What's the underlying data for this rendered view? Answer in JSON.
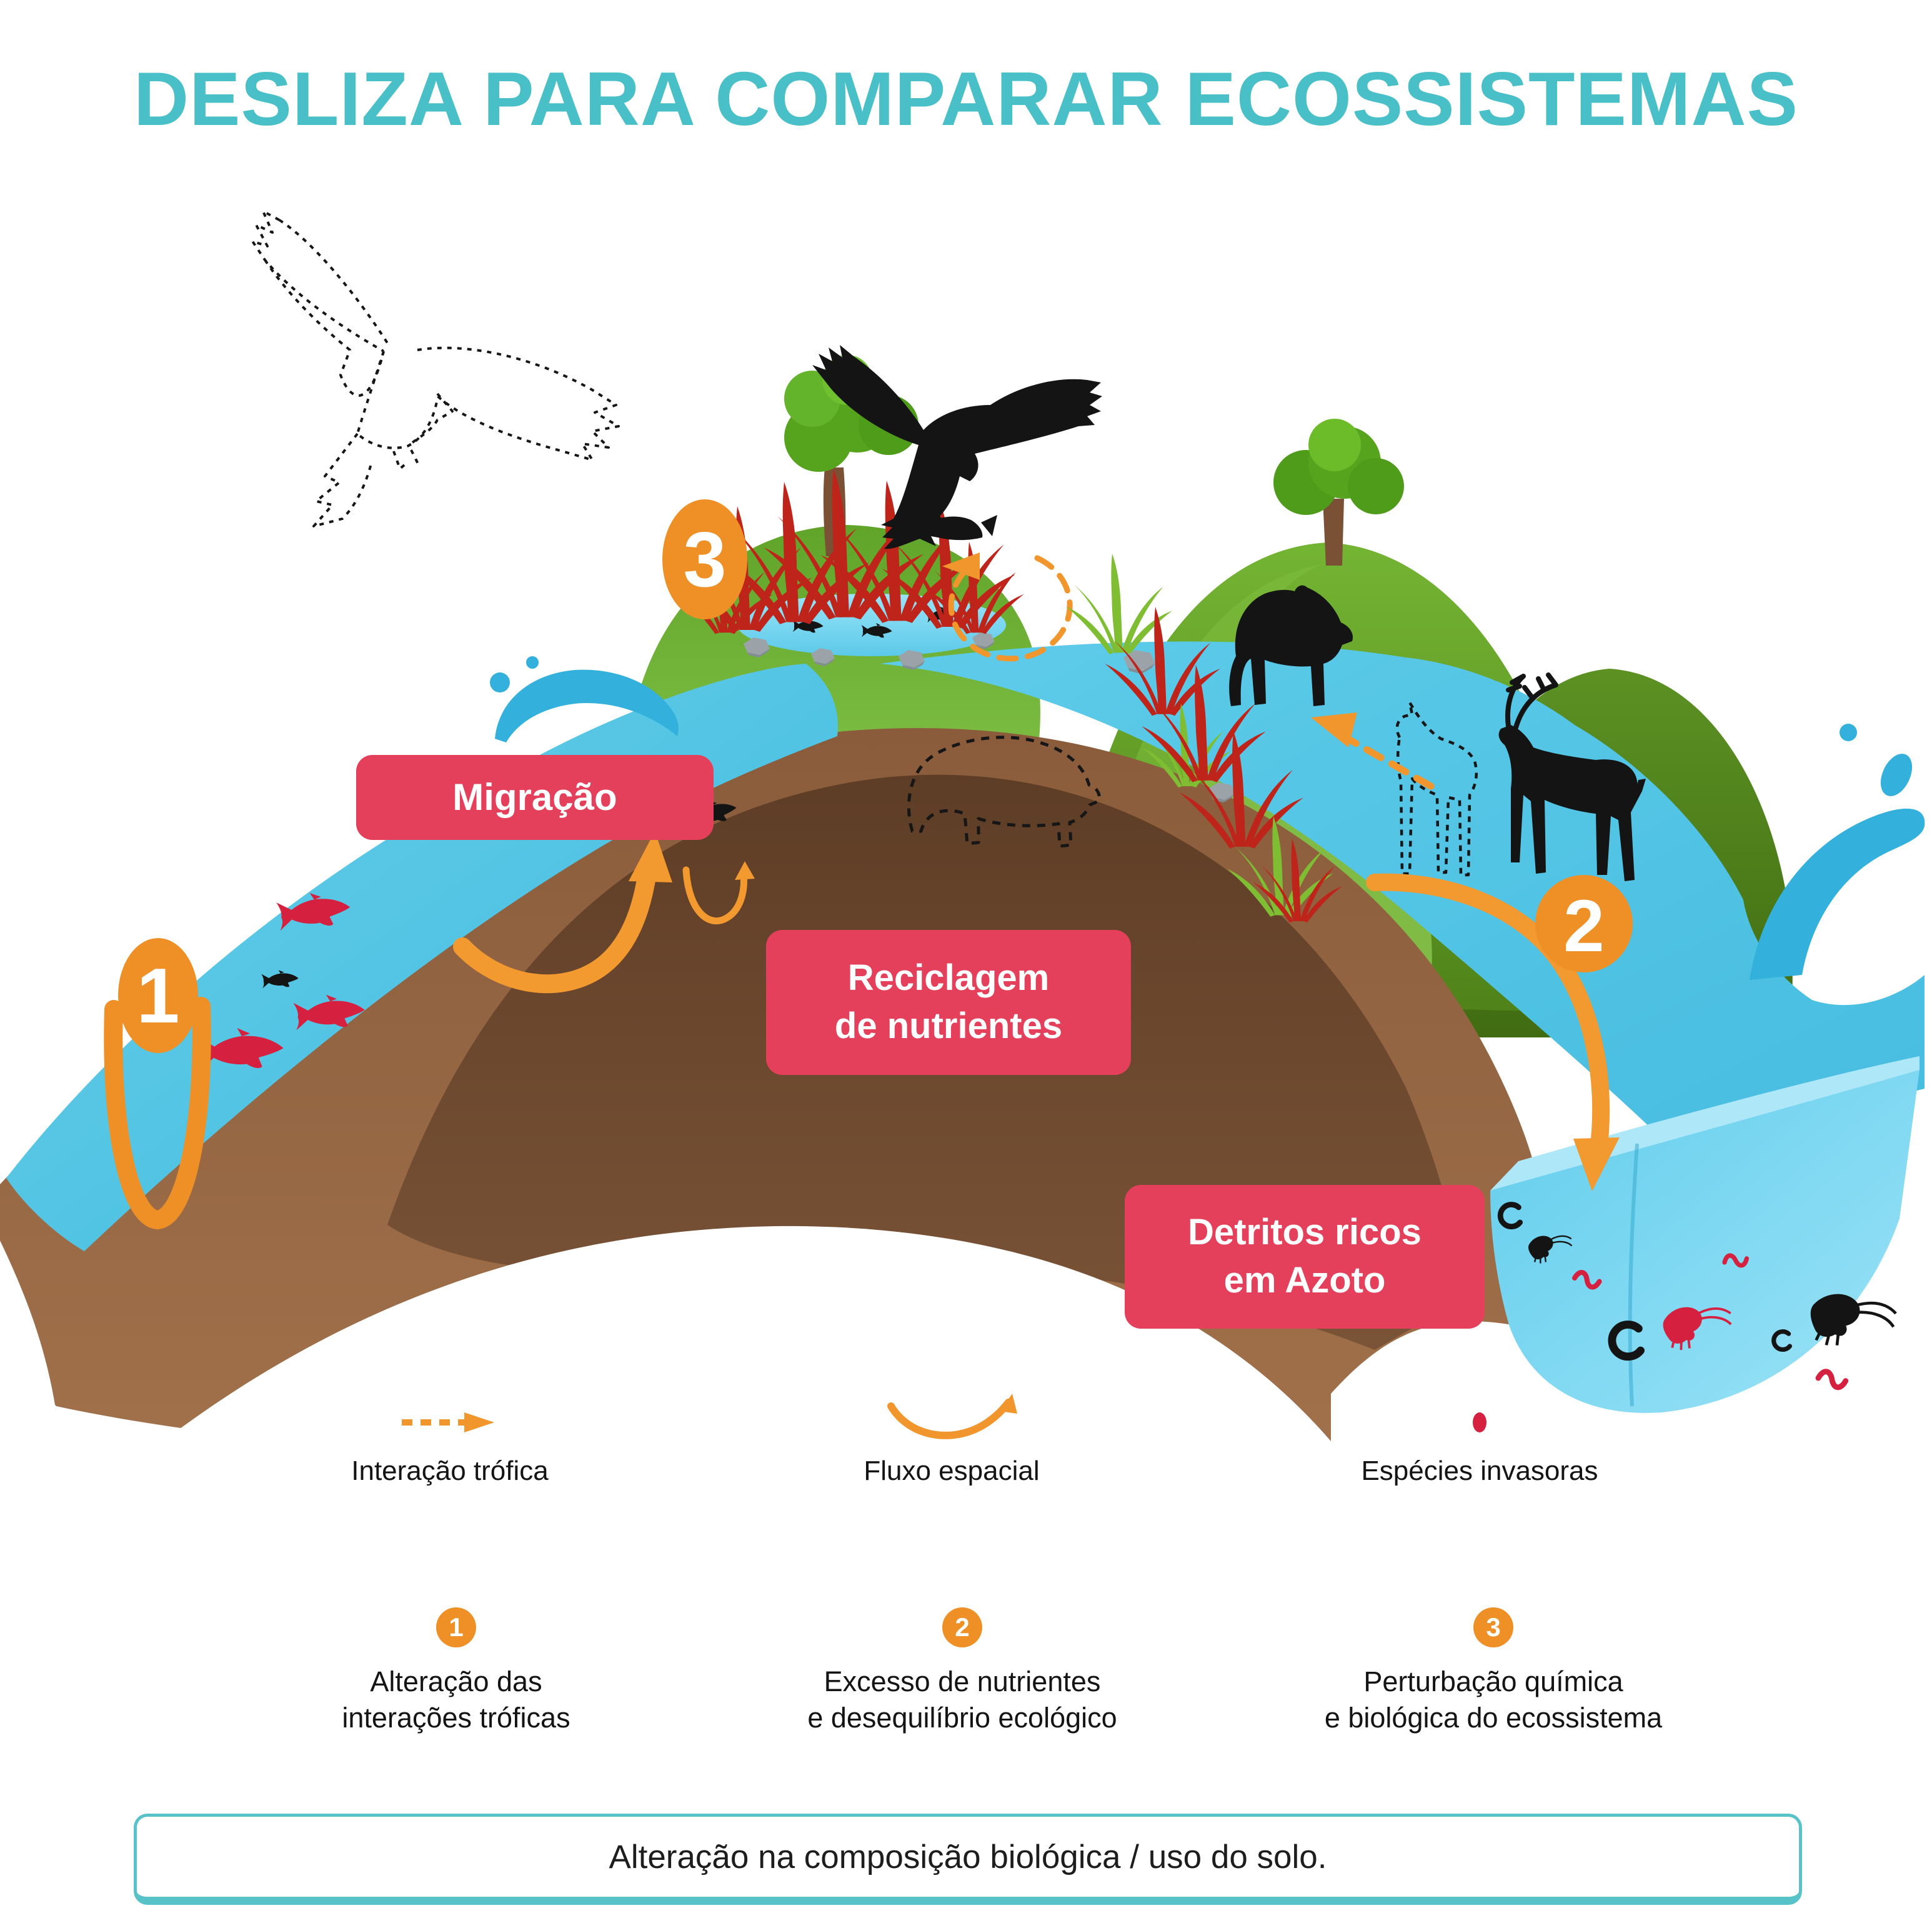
{
  "title": "DESLIZA PARA COMPARAR ECOSSISTEMAS",
  "colors": {
    "title_teal": "#49bfc8",
    "label_red": "#e5405b",
    "accent_orange": "#ee9025",
    "water_blue": "#4ac0e0",
    "soil_brown": "#6b4329",
    "hill_green": "#65a628",
    "invasive_red": "#d6203f",
    "footer_border_teal": "#58c2c9"
  },
  "diagram": {
    "markers": [
      "1",
      "2",
      "3"
    ],
    "labels": [
      {
        "line1": "Migração",
        "line2": ""
      },
      {
        "line1": "Reciclagem",
        "line2": "de nutrientes"
      },
      {
        "line1": "Detritos ricos",
        "line2": "em Azoto"
      }
    ]
  },
  "legend": {
    "items": [
      {
        "icon": "dashed-arrow-icon",
        "label": "Interação trófica"
      },
      {
        "icon": "curved-arrow-icon",
        "label": "Fluxo espacial"
      },
      {
        "icon": "red-dot-icon",
        "label": "Espécies invasoras"
      }
    ]
  },
  "notes": [
    {
      "number": "1",
      "line1": "Alteração das",
      "line2": "interações tróficas"
    },
    {
      "number": "2",
      "line1": "Excesso de nutrientes",
      "line2": "e desequilíbrio ecológico"
    },
    {
      "number": "3",
      "line1": "Perturbação química",
      "line2": "e biológica do ecossistema"
    }
  ],
  "footer": {
    "text": "Alteração na composição biológica / uso do solo."
  }
}
